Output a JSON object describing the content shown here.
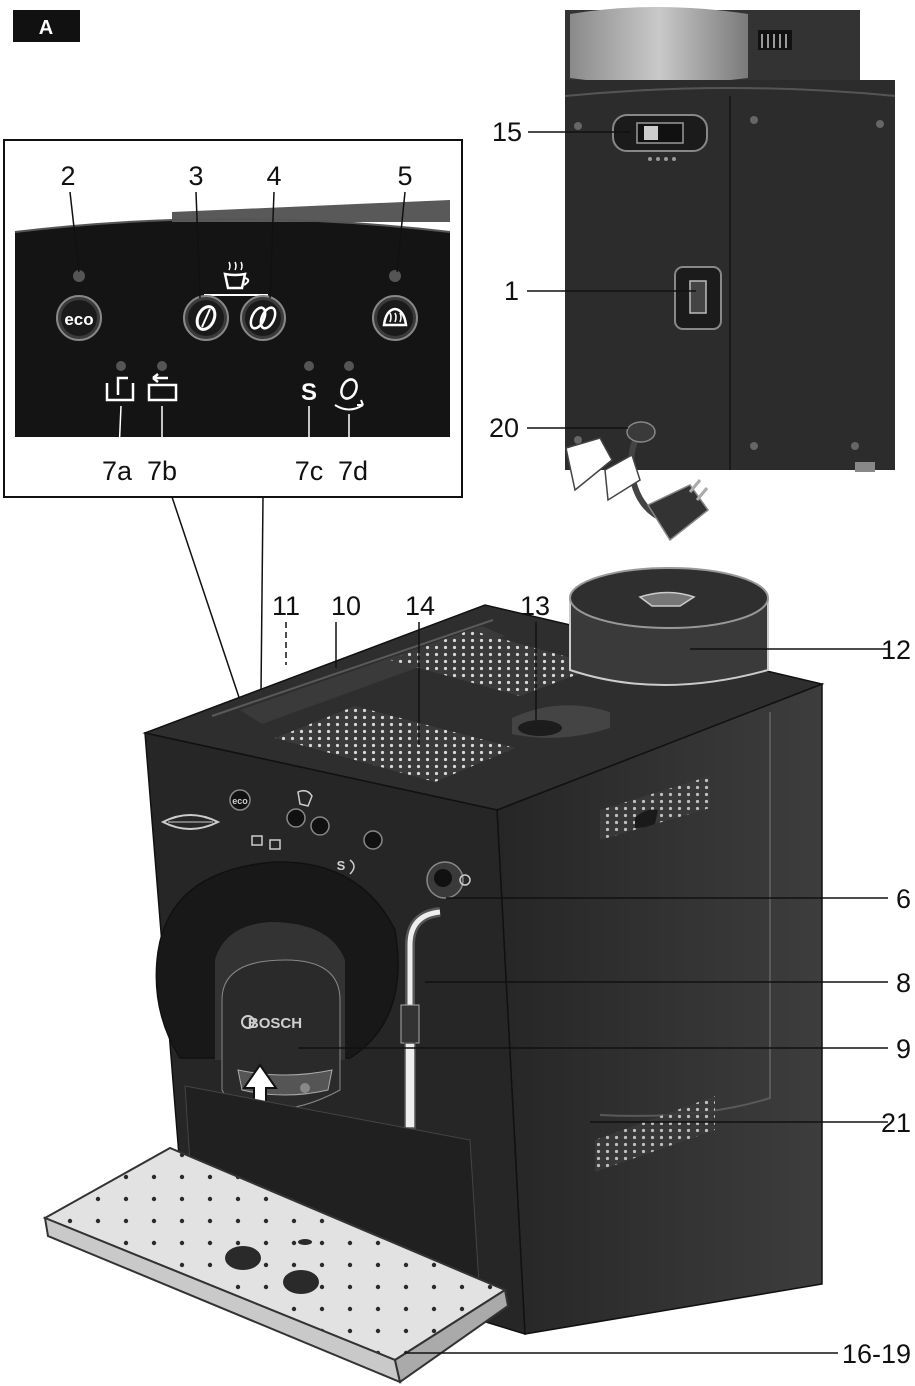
{
  "figure_label": "A",
  "panel_buttons": {
    "eco": "eco",
    "s_indicator": "S"
  },
  "machine": {
    "brand": "BOSCH",
    "small_eco": "eco",
    "small_s": "S"
  },
  "callouts": {
    "c1": "1",
    "c2": "2",
    "c3": "3",
    "c4": "4",
    "c5": "5",
    "c6": "6",
    "c7a": "7a",
    "c7b": "7b",
    "c7c": "7c",
    "c7d": "7d",
    "c8": "8",
    "c9": "9",
    "c10": "10",
    "c11": "11",
    "c12": "12",
    "c13": "13",
    "c14": "14",
    "c15": "15",
    "c16_19": "16-19",
    "c20": "20",
    "c21": "21"
  },
  "icons": {
    "cup": "steaming-cup-icon",
    "one_bean": "single-bean-icon",
    "two_beans": "double-bean-icon",
    "steam": "steam-icon",
    "water_tank": "water-tank-icon",
    "drip_tray": "drip-tray-icon",
    "grind": "grind-setting-icon"
  },
  "colors": {
    "machine_body": "#2b2b2b",
    "panel_black": "#151515",
    "drip_tray": "#d9d9d9",
    "bean_container": "#cfcfcf"
  }
}
